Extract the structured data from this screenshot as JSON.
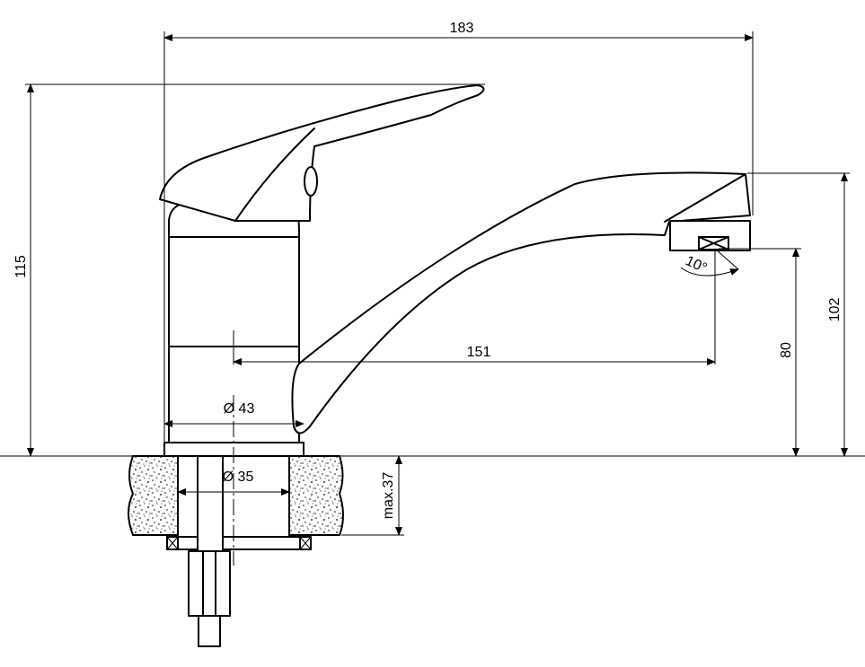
{
  "dimensions": {
    "total_reach": "183",
    "total_height": "115",
    "spout_reach": "151",
    "outlet_height": "102",
    "aerator_height": "80",
    "base_diameter": "Ø 43",
    "hole_diameter": "Ø 35",
    "max_countertop": "max.37",
    "aerator_angle": "10°"
  }
}
